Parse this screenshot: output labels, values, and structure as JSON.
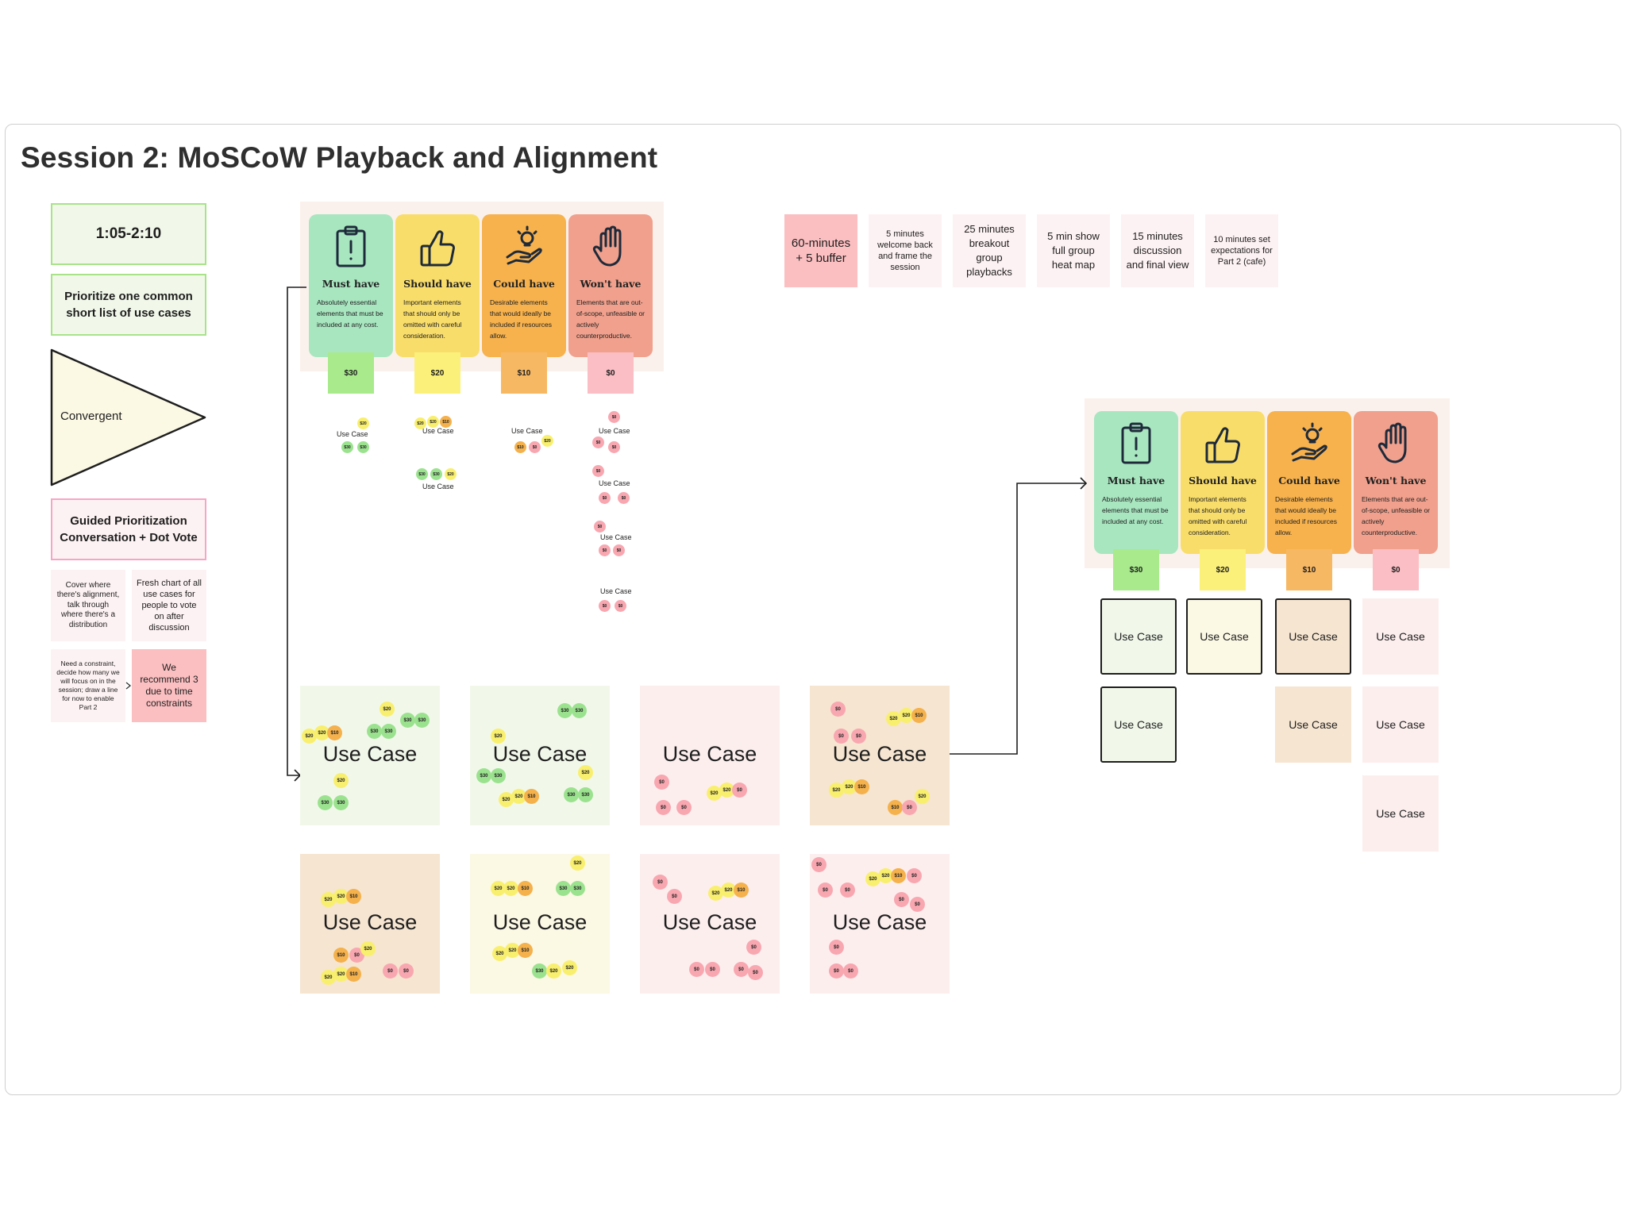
{
  "board": {
    "title": "Session 2: MoSCoW Playback and Alignment"
  },
  "left_panel": {
    "time": "1:05-2:10",
    "goal": "Prioritize one common short list of use cases",
    "mode": "Convergent",
    "activity": "Guided Prioritization Conversation + Dot Vote",
    "notes": [
      "Cover where there's alignment, talk through where there's a distribution",
      "Fresh chart of all use cases for people to vote on after discussion",
      "Need a constraint, decide how many we will focus on in the session; draw a line for now to enable Part 2",
      "We recommend 3 due to time constraints"
    ]
  },
  "agenda": [
    "60-minutes + 5 buffer",
    "5 minutes welcome back and frame the session",
    "25 minutes breakout group playbacks",
    "5 min show full group heat map",
    "15 minutes discussion and final view",
    "10 minutes set expectations for Part 2 (cafe)"
  ],
  "moscow": {
    "cards": [
      {
        "title": "Must have",
        "desc": "Absolutely essential elements that must be included at any cost.",
        "price": "$30",
        "icon": "clipboard-alert-icon",
        "color": "#a8e6c0"
      },
      {
        "title": "Should have",
        "desc": "Important elements that should only be omitted with careful consideration.",
        "price": "$20",
        "icon": "thumbs-up-icon",
        "color": "#f9dd6a"
      },
      {
        "title": "Could have",
        "desc": "Desirable elements that would ideally be included if resources allow.",
        "price": "$10",
        "icon": "lightbulb-hand-icon",
        "color": "#f7b24d"
      },
      {
        "title": "Won't have",
        "desc": "Elements that are out-of-scope, unfeasible or actively counterproductive.",
        "price": "$0",
        "icon": "stop-hand-icon",
        "color": "#f0a08c"
      }
    ],
    "price_colors": [
      "#a8ea8c",
      "#fbf07a",
      "#f7b864",
      "#fbbec4"
    ]
  },
  "use_case_label": "Use Case",
  "grid_colors": {
    "green": "#f1f8ea",
    "yellow": "#fbf8e4",
    "pink": "#fdeeee",
    "peach": "#f6e5d0"
  },
  "result": {
    "cols": [
      {
        "label": "Use Case",
        "items": 2,
        "bg": "#f1f8ea",
        "border": true
      },
      {
        "label": "Use Case",
        "items": 1,
        "bg": "#fbf8e4",
        "border": true
      },
      {
        "label": "Use Case",
        "items": 2,
        "bg": "#f6e5d0",
        "border": true
      },
      {
        "label": "Use Case",
        "items": 3,
        "bg": "#fdeeee",
        "border": false
      }
    ]
  },
  "dot_values": {
    "g": "$30",
    "y": "$20",
    "o": "$10",
    "p": "$0"
  }
}
